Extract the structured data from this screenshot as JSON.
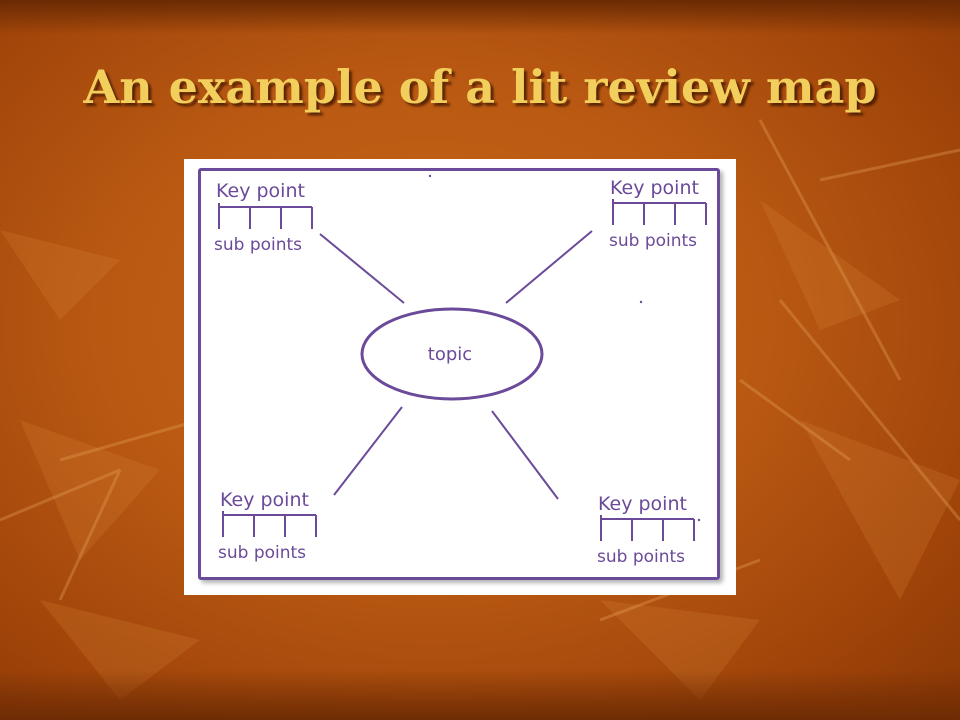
{
  "slide": {
    "title": "An example of a lit review map"
  },
  "diagram": {
    "center_label": "topic",
    "branches": [
      {
        "key_label": "Key point",
        "sub_label": "sub points"
      },
      {
        "key_label": "Key point",
        "sub_label": "sub points"
      },
      {
        "key_label": "Key point",
        "sub_label": "sub points"
      },
      {
        "key_label": "Key point",
        "sub_label": "sub points"
      }
    ]
  },
  "colors": {
    "title": "#f2cf5c",
    "diagram_stroke": "#6b4a9a",
    "background": "#b85812"
  }
}
